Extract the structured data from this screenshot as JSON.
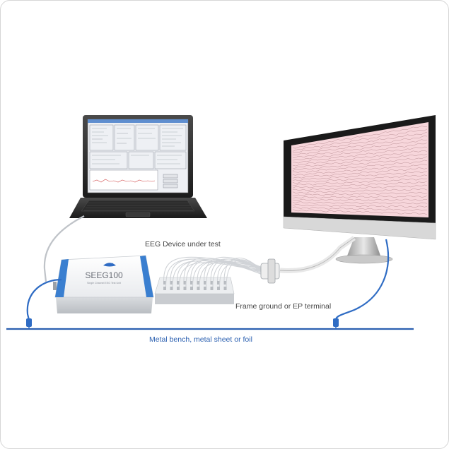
{
  "labels": {
    "device_under_test": "EEG Device under test",
    "frame_ground": "Frame ground or EP terminal",
    "bench": "Metal bench, metal sheet or foil"
  },
  "tester": {
    "brand": "SEEG100",
    "subtitle": "Single Channel EEG Test Unit"
  },
  "colors": {
    "bench_line": "#2a5fb0",
    "ground_cable": "#2f6cc4",
    "monitor_screen": "#f7d6db",
    "monitor_trace": "#b48a90"
  }
}
